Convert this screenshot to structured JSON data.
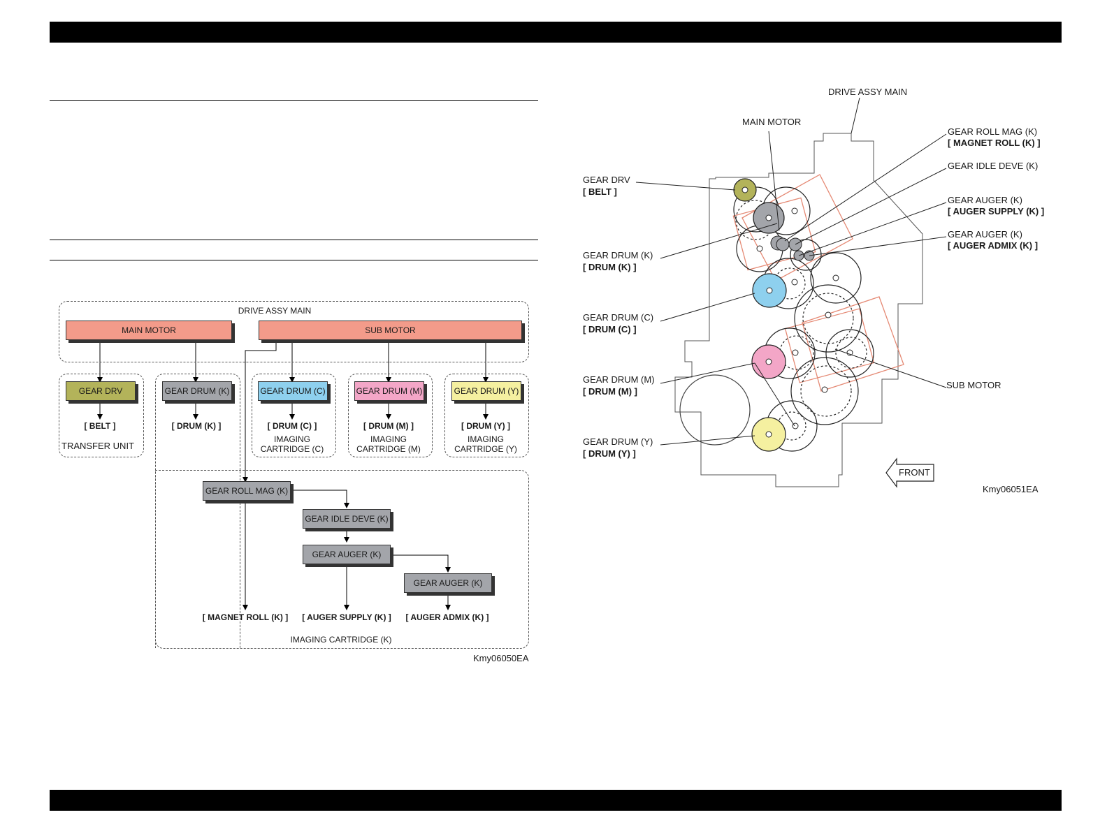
{
  "block": {
    "drive_assy_main": "DRIVE ASSY MAIN",
    "main_motor": "MAIN MOTOR",
    "sub_motor": "SUB MOTOR",
    "gear_drv": "GEAR DRV",
    "gear_drum_k": "GEAR DRUM (K)",
    "gear_drum_c": "GEAR DRUM (C)",
    "gear_drum_m": "GEAR DRUM (M)",
    "gear_drum_y": "GEAR DRUM (Y)",
    "belt": "[ BELT ]",
    "transfer_unit": "TRANSFER UNIT",
    "drum_k": "[ DRUM (K) ]",
    "drum_c": "[ DRUM (C) ]",
    "drum_m": "[ DRUM (M) ]",
    "drum_y": "[ DRUM (Y) ]",
    "imaging": "IMAGING",
    "cartridge_c": "CARTRIDGE (C)",
    "cartridge_m": "CARTRIDGE (M)",
    "cartridge_y": "CARTRIDGE (Y)",
    "gear_roll_mag": "GEAR ROLL MAG (K)",
    "gear_idle_deve": "GEAR IDLE DEVE (K)",
    "gear_auger_1": "GEAR AUGER (K)",
    "gear_auger_2": "GEAR AUGER (K)",
    "magnet_roll": "[ MAGNET ROLL (K) ]",
    "auger_supply": "[ AUGER SUPPLY (K) ]",
    "auger_admix": "[ AUGER ADMIX (K) ]",
    "imaging_cartridge_k": "IMAGING CARTRIDGE (K)",
    "code": "Kmy06050EA"
  },
  "illustration": {
    "drive_assy_main": "DRIVE ASSY MAIN",
    "main_motor": "MAIN MOTOR",
    "gear_drv": "GEAR DRV",
    "belt": "[ BELT ]",
    "gear_drum_k": "GEAR DRUM (K)",
    "drum_k": "[ DRUM (K) ]",
    "gear_drum_c": "GEAR DRUM (C)",
    "drum_c": "[ DRUM (C) ]",
    "gear_drum_m": "GEAR DRUM (M)",
    "drum_m": "[ DRUM (M) ]",
    "gear_drum_y": "GEAR DRUM (Y)",
    "drum_y": "[ DRUM (Y) ]",
    "gear_roll_mag": "GEAR ROLL MAG (K)",
    "magnet_roll": "[ MAGNET ROLL (K) ]",
    "gear_idle_deve": "GEAR IDLE DEVE (K)",
    "gear_auger_supply": "GEAR AUGER (K)",
    "auger_supply": "[ AUGER SUPPLY (K) ]",
    "gear_auger_admix": "GEAR AUGER (K)",
    "auger_admix": "[ AUGER ADMIX (K) ]",
    "sub_motor": "SUB MOTOR",
    "front": "FRONT",
    "code": "Kmy06051EA"
  },
  "colors": {
    "motor": "#f39b8a",
    "gear_drv": "#b3b35a",
    "gear_k": "#a3a5aa",
    "gear_c": "#8ed0ee",
    "gear_m": "#f3a6c7",
    "gear_y": "#f5f0a0"
  }
}
